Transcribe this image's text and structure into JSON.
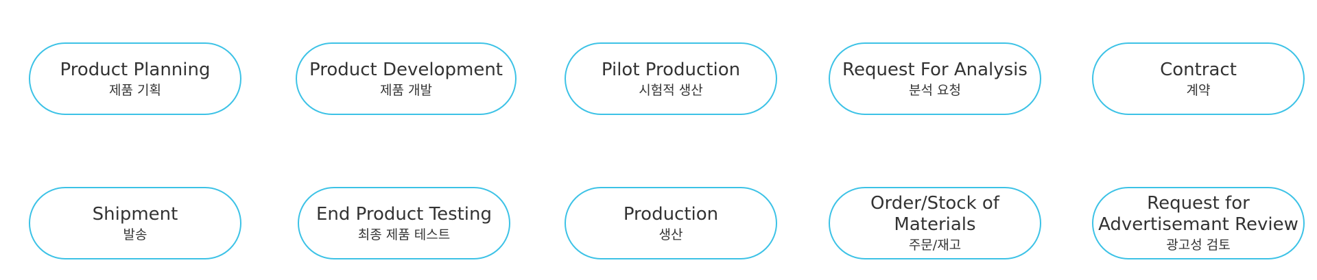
{
  "steps": [
    {
      "en": "Product Planning",
      "ko": "제품 기획"
    },
    {
      "en": "Product Development",
      "ko": "제품 개발"
    },
    {
      "en": "Pilot Production",
      "ko": "시험적 생산"
    },
    {
      "en": "Request For Analysis",
      "ko": "분석 요청"
    },
    {
      "en": "Contract",
      "ko": "계약"
    },
    {
      "en": "Shipment",
      "ko": "발송"
    },
    {
      "en": "End Product Testing",
      "ko": "최종 제품 테스트"
    },
    {
      "en": "Production",
      "ko": "생산"
    },
    {
      "en": "Order/Stock of\nMaterials",
      "ko": "주문/재고"
    },
    {
      "en": "Request for\nAdvertisemant Review",
      "ko": "광고성 검토"
    }
  ],
  "colors": {
    "border": "#3cc2e6",
    "text": "#333333",
    "background": "#ffffff"
  }
}
